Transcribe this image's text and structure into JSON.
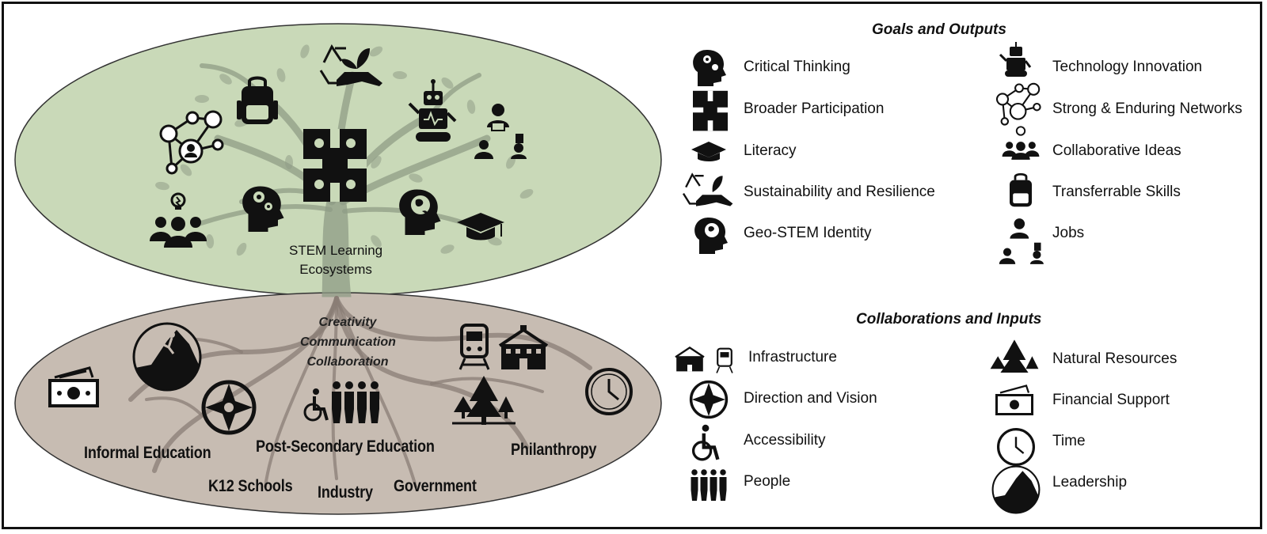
{
  "diagram": {
    "center_label": "STEM Learning\nEcosystems",
    "roots_skills": [
      "Creativity",
      "Communication",
      "Collaboration"
    ],
    "sectors": [
      "Informal Education",
      "Post-Secondary Education",
      "Philanthropy",
      "K12 Schools",
      "Industry",
      "Government"
    ]
  },
  "legend": {
    "goals_heading": "Goals and Outputs",
    "goals_left": [
      {
        "label": "Critical Thinking",
        "icon": "head-gears-icon"
      },
      {
        "label": "Broader Participation",
        "icon": "hands-circle-icon"
      },
      {
        "label": "Literacy",
        "icon": "graduation-cap-icon"
      },
      {
        "label": "Sustainability and Resilience",
        "icon": "recycle-hand-plant-icon"
      },
      {
        "label": "Geo-STEM Identity",
        "icon": "head-globe-icon"
      }
    ],
    "goals_right": [
      {
        "label": "Technology Innovation",
        "icon": "robot-icon"
      },
      {
        "label": "Strong & Enduring Networks",
        "icon": "network-people-icon"
      },
      {
        "label": "Collaborative Ideas",
        "icon": "people-lightbulb-icon"
      },
      {
        "label": "Transferrable Skills",
        "icon": "backpack-icon"
      },
      {
        "label": "Jobs",
        "icon": "workers-icon"
      }
    ],
    "inputs_heading": "Collaborations and Inputs",
    "inputs_left": [
      {
        "label": "Infrastructure",
        "icon": "school-train-icon"
      },
      {
        "label": "Direction and Vision",
        "icon": "compass-icon"
      },
      {
        "label": "Accessibility",
        "icon": "wheelchair-icon"
      },
      {
        "label": "People",
        "icon": "people-group-icon"
      }
    ],
    "inputs_right": [
      {
        "label": "Natural Resources",
        "icon": "trees-icon"
      },
      {
        "label": "Financial Support",
        "icon": "money-icon"
      },
      {
        "label": "Time",
        "icon": "clock-icon"
      },
      {
        "label": "Leadership",
        "icon": "climber-icon"
      }
    ]
  },
  "colors": {
    "canopy_fill": "#c9d9b8",
    "roots_fill": "#c7bcb2",
    "tree": "#8f9c86",
    "roots": "#8a7e76",
    "icon": "#111111"
  }
}
